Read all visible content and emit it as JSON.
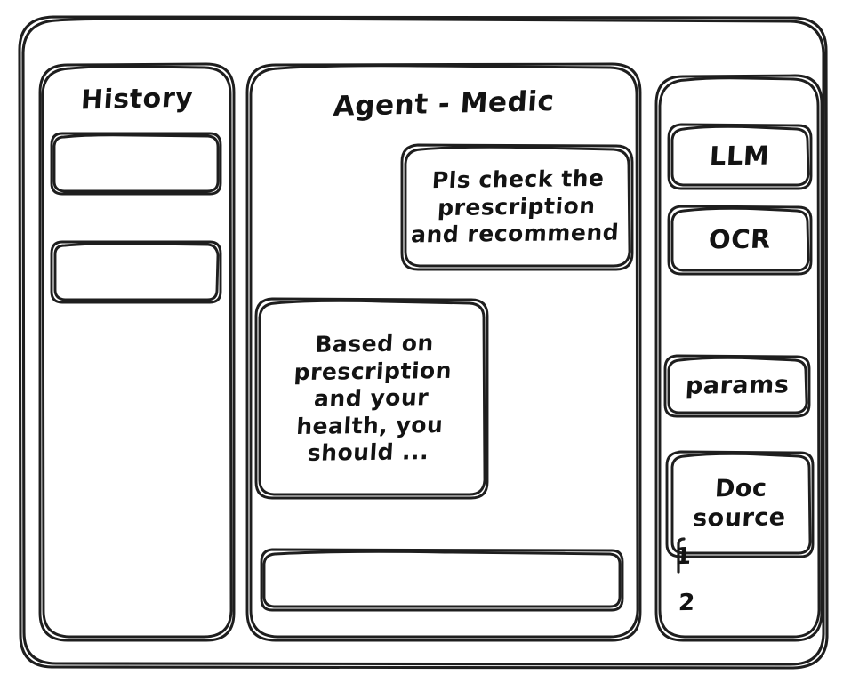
{
  "window": {
    "frame_name": "window-frame"
  },
  "sidebar_history": {
    "title": "History",
    "items": [
      {
        "label": ""
      },
      {
        "label": ""
      }
    ]
  },
  "main": {
    "title": "Agent - Medic",
    "messages": [
      {
        "role": "user",
        "text": "Pls check the\nprescription\nand recommend"
      },
      {
        "role": "assistant",
        "text": "Based on\nprescription\nand your\nhealth, you\nshould ..."
      }
    ],
    "composer": {
      "value": "",
      "placeholder": ""
    }
  },
  "sidebar_tools": {
    "chips": [
      {
        "label": "LLM"
      },
      {
        "label": "OCR"
      },
      {
        "label": "params"
      },
      {
        "label": "Doc\nsource"
      }
    ],
    "doc_list": [
      {
        "marker": "1"
      },
      {
        "marker": "2"
      }
    ]
  },
  "style": {
    "stroke": "#1e1e1e",
    "background": "#ffffff"
  }
}
